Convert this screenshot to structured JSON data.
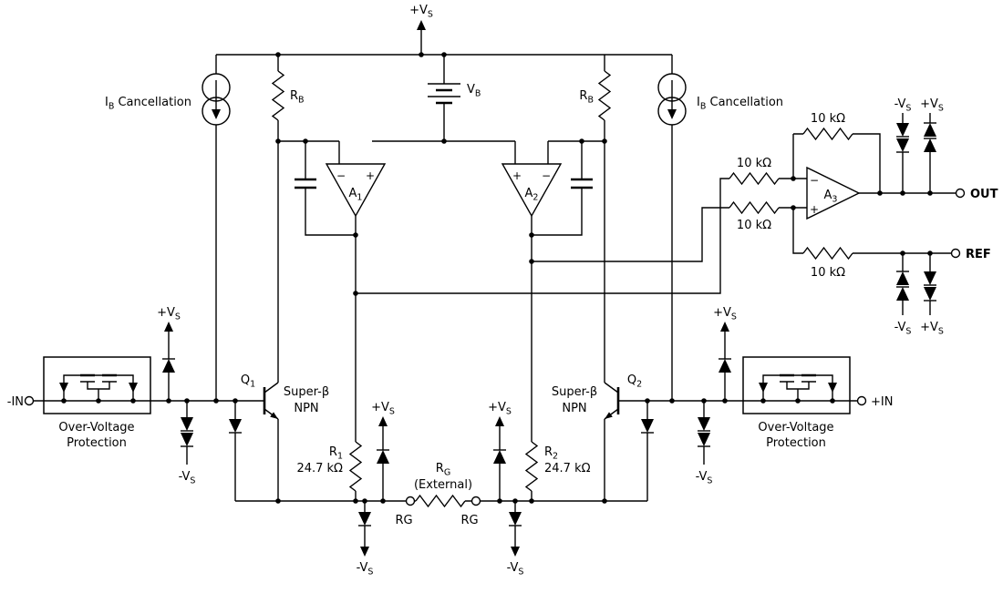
{
  "labels": {
    "vs_pos": "+V",
    "vs_neg": "-V",
    "vs_sub": "S",
    "vb_main": "V",
    "vb_sub": "B",
    "ib_main": "I",
    "ib_sub": "B",
    "ib_rest": " Cancellation",
    "rb_main": "R",
    "rb_sub": "B",
    "r1_main": "R",
    "r1_sub": "1",
    "r1_value": "24.7 kΩ",
    "r2_main": "R",
    "r2_sub": "2",
    "r2_value": "24.7 kΩ",
    "rg_main": "R",
    "rg_sub": "G",
    "rg_external": "(External)",
    "r10k": "10 kΩ",
    "amp_main": "A",
    "a1_sub": "1",
    "a2_sub": "2",
    "a3_sub": "3",
    "q_main": "Q",
    "q1_sub": "1",
    "q2_sub": "2",
    "super_beta": "Super-β",
    "npn": "NPN",
    "ovp_line1": "Over-Voltage",
    "ovp_line2": "Protection",
    "plus": "+",
    "minus": "−"
  },
  "terminals": {
    "in_neg": "-IN",
    "in_pos": "+IN",
    "out": "OUT",
    "ref": "REF",
    "rg_pin": "RG"
  }
}
